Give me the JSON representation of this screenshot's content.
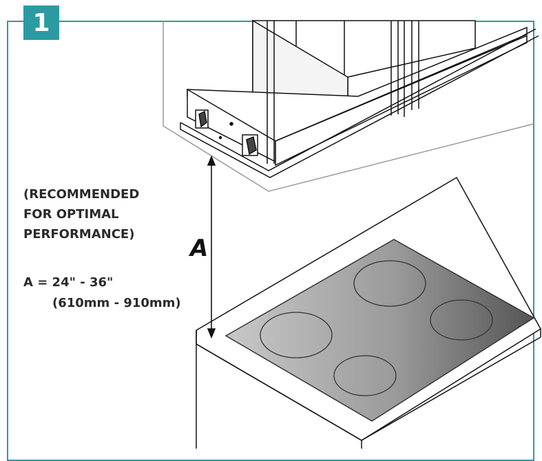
{
  "step": {
    "number": "1"
  },
  "note": {
    "lines": [
      "(RECOMMENDED",
      "FOR OPTIMAL",
      "PERFORMANCE)"
    ]
  },
  "dimension": {
    "letter": "A",
    "imperial": "A = 24\" - 36\"",
    "metric": "(610mm - 910mm)"
  },
  "colors": {
    "accent": "#2b9aa3",
    "text": "#2a2a2a",
    "cooktop_dark": "#555555",
    "cooktop_light": "#c8c8c8"
  }
}
